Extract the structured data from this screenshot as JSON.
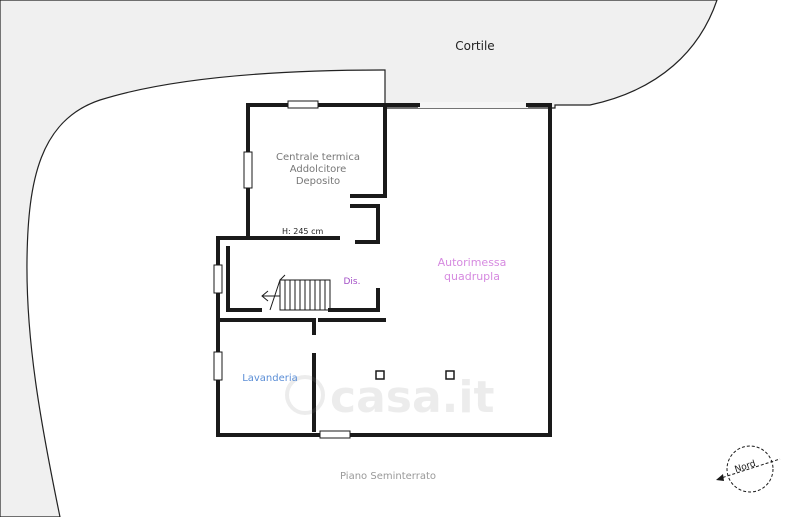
{
  "courtyard_label": "Cortile",
  "floor_label": "Piano Seminterrato",
  "watermark": "casa.it",
  "rooms": {
    "technical": [
      "Centrale termica",
      "Addolcitore",
      "Deposito"
    ],
    "height_note": "H: 245 cm",
    "hallway": "Dis.",
    "garage": [
      "Autorimessa",
      "quadrupla"
    ],
    "laundry": "Lavanderia"
  },
  "compass": {
    "label": "Nord"
  },
  "colors": {
    "courtyard": "#f0f0f0",
    "wall": "#1a1a1a",
    "garage_label": "#d68ae0",
    "hallway_label": "#a24ec6",
    "laundry_label": "#5b8ed6",
    "room_label": "#777777"
  }
}
